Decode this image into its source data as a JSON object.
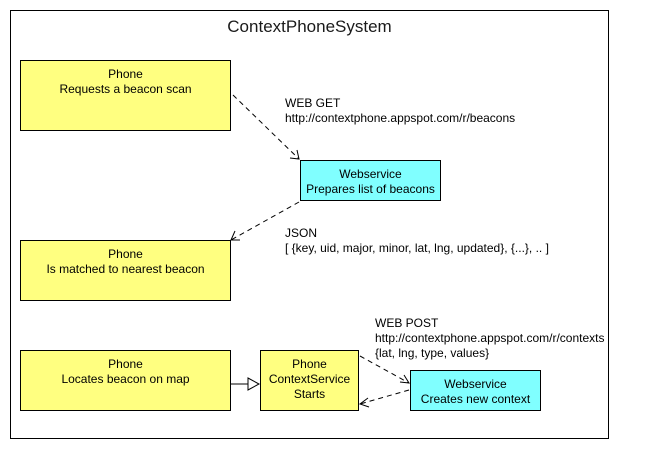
{
  "diagram": {
    "title": "ContextPhoneSystem",
    "nodes": {
      "phone_scan": {
        "line1": "Phone",
        "line2": "Requests a beacon scan"
      },
      "webservice_beacons": {
        "line1": "Webservice",
        "line2": "Prepares list of beacons"
      },
      "phone_matched": {
        "line1": "Phone",
        "line2": "Is matched to nearest beacon"
      },
      "phone_locates": {
        "line1": "Phone",
        "line2": "Locates beacon on map"
      },
      "context_service": {
        "line1": "Phone",
        "line2": "ContextService",
        "line3": "Starts"
      },
      "webservice_context": {
        "line1": "Webservice",
        "line2": "Creates new context"
      }
    },
    "edge_labels": {
      "web_get": {
        "line1": "WEB GET",
        "line2": "http://contextphone.appspot.com/r/beacons"
      },
      "json": {
        "line1": "JSON",
        "line2": "[ {key, uid, major, minor, lat, lng, updated}, {...}, .. ]"
      },
      "web_post": {
        "line1": "WEB POST",
        "line2": "http://contextphone.appspot.com/r/contexts",
        "line3": "{lat, lng, type, values}"
      }
    },
    "colors": {
      "phone_fill": "#ffff80",
      "webservice_fill": "#80ffff",
      "stroke": "#000000"
    }
  }
}
